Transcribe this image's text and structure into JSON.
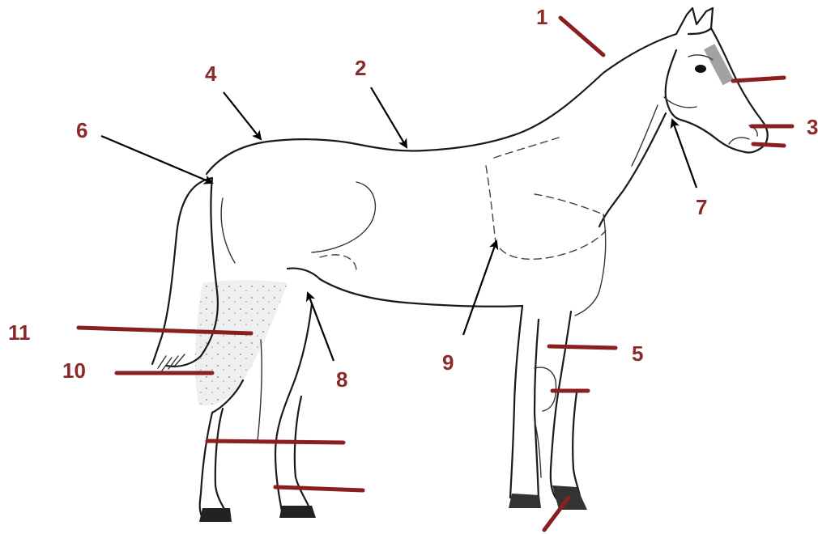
{
  "labels": {
    "n1": "1",
    "n2": "2",
    "n3": "3",
    "n4": "4",
    "n5": "5",
    "n6": "6",
    "n7": "7",
    "n8": "8",
    "n9": "9",
    "n10": "10",
    "n11": "11"
  },
  "colors": {
    "label": "#8b2a2a",
    "pointer_line": "#8b1e1e",
    "arrow": "#000000",
    "outline": "#1a1a1a"
  }
}
